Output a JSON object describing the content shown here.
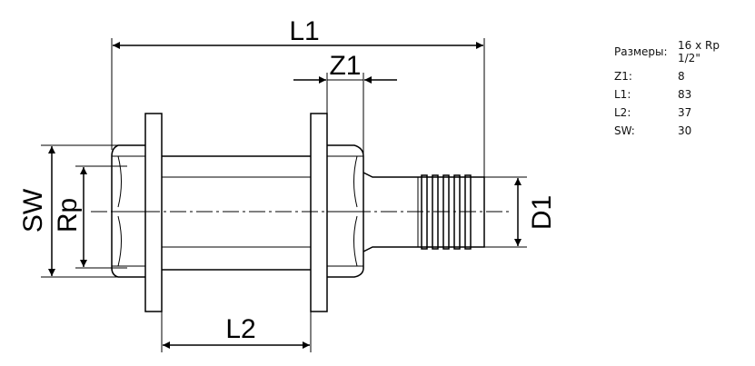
{
  "drawing": {
    "labels": {
      "L1": "L1",
      "Z1": "Z1",
      "SW": "SW",
      "Rp": "Rp",
      "D1": "D1",
      "L2": "L2"
    }
  },
  "specs": [
    {
      "key": "Размеры:",
      "value": "16 x Rp 1/2\""
    },
    {
      "key": "Z1:",
      "value": "8"
    },
    {
      "key": "L1:",
      "value": "83"
    },
    {
      "key": "L2:",
      "value": "37"
    },
    {
      "key": "SW:",
      "value": "30"
    }
  ]
}
